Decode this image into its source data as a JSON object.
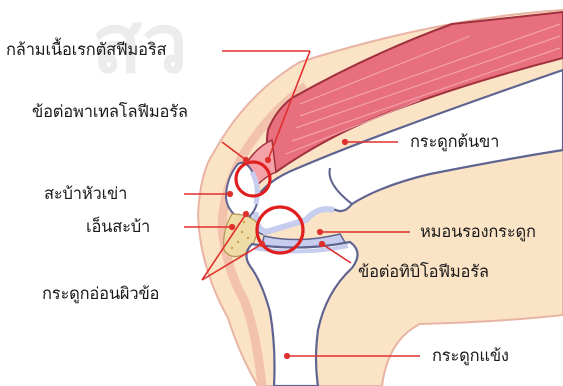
{
  "labels": {
    "quadriceps_muscle": "กล้ามเนื้อเรกตัสฟีมอริส",
    "patellofemoral_joint": "ข้อต่อพาเทลโลฟีมอรัล",
    "femur": "กระดูกต้นขา",
    "patella": "สะบ้าหัวเข่า",
    "patellar_tendon": "เอ็นสะบ้า",
    "meniscus": "หมอนรองกระดูก",
    "tibiofemoral_joint": "ข้อต่อทิบิโอฟีมอรัล",
    "articular_cartilage": "กระดูกอ่อนผิวข้อ",
    "tibia": "กระดูกแข้ง"
  },
  "watermark": "สว",
  "colors": {
    "skin": "#fbe3c6",
    "muscle": "#e8707e",
    "bone": "#ffffff",
    "bone_outline": "#5e6390",
    "cartilage": "#c6cdee",
    "tendon": "#f0dca6",
    "joint_circle": "#e02020",
    "leader_line": "#e0302e"
  }
}
